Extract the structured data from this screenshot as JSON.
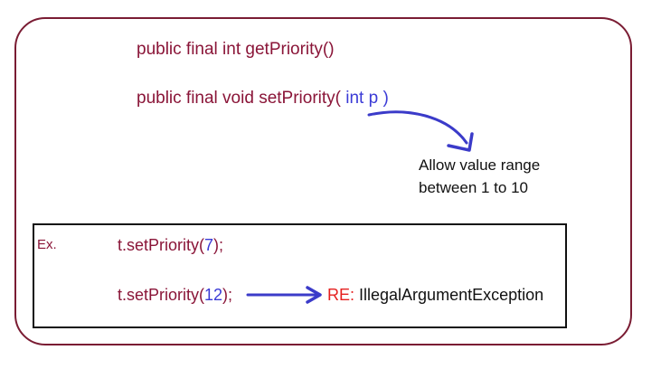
{
  "methods": {
    "get_priority": "public final int getPriority()",
    "set_priority_prefix": "public final void setPriority(",
    "set_priority_param": " int p ",
    "set_priority_suffix": ")"
  },
  "note": {
    "line1": "Allow value range",
    "line2": "between 1 to 10"
  },
  "example": {
    "label": "Ex.",
    "call1_prefix": "t.setPriority(",
    "call1_arg": "7",
    "call1_suffix": ");",
    "call2_prefix": "t.setPriority(",
    "call2_arg": "12",
    "call2_suffix": ");",
    "result_label": "RE:",
    "result_text": " IllegalArgumentException"
  },
  "colors": {
    "frame": "#7a1c33",
    "code": "#8a1538",
    "highlight": "#3a3ad6",
    "error": "#e5201f",
    "arrow": "#3b3bc9"
  }
}
